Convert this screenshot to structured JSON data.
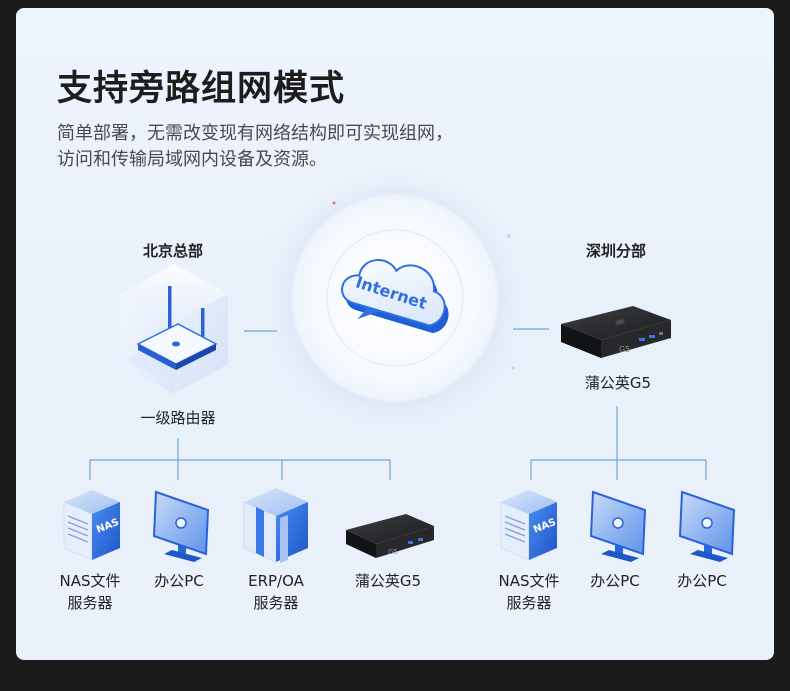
{
  "title": "支持旁路组网模式",
  "description": {
    "line1": "简单部署，无需改变现有网络结构即可实现组网，",
    "line2": "访问和传输局域网内设备及资源。"
  },
  "internet_label": "Internet",
  "hq": {
    "name": "北京总部",
    "router_label": "一级路由器",
    "devices": [
      {
        "line1": "NAS文件",
        "line2": "服务器"
      },
      {
        "line1": "办公PC",
        "line2": ""
      },
      {
        "line1": "ERP/OA",
        "line2": "服务器"
      },
      {
        "line1": "蒲公英G5",
        "line2": ""
      }
    ]
  },
  "branch": {
    "name": "深圳分部",
    "gateway_label": "蒲公英G5",
    "devices": [
      {
        "line1": "NAS文件",
        "line2": "服务器"
      },
      {
        "line1": "办公PC",
        "line2": ""
      },
      {
        "line1": "办公PC",
        "line2": ""
      }
    ]
  },
  "nas_badge": "NAS",
  "g5_mark": "G5",
  "colors": {
    "accent_blue": "#2f6fe0",
    "line": "#6fa7d8",
    "text_dark": "#1d1d1d"
  }
}
